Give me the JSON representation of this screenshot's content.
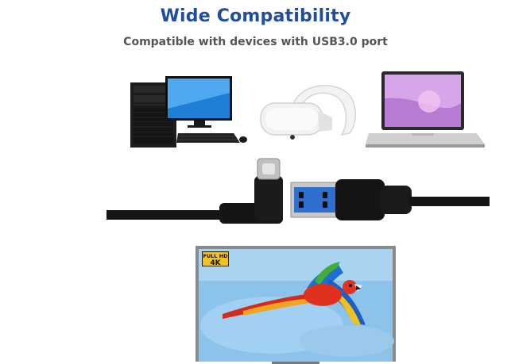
{
  "header": {
    "title": "Wide Compatibility",
    "subtitle": "Compatible with devices with USB3.0 port"
  },
  "devices": [
    {
      "icon": "desktop-pc-icon"
    },
    {
      "icon": "vr-headset-icon"
    },
    {
      "icon": "laptop-icon"
    }
  ],
  "cable": {
    "icon": "usb-c-to-usb-a-cable-icon",
    "usb_a_color": "#2f6fd0"
  },
  "tv": {
    "badge_top": "FULL HD",
    "badge_bottom": "4K",
    "screen_color": "#8cc3ea",
    "badge_color": "#f4c21b"
  },
  "colors": {
    "title": "#1f4e9e",
    "subtitle": "#555555"
  }
}
